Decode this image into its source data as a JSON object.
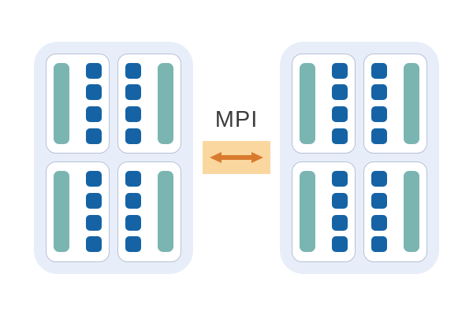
{
  "connector": {
    "label": "MPI",
    "arrow_icon": "double-headed-arrow"
  },
  "colors": {
    "node_bg": "#e8eef9",
    "card_bg": "#ffffff",
    "card_border": "#b7c0d8",
    "core_teal": "#7ab5b1",
    "core_blue": "#1563a5",
    "connector_bg": "#fbd7a0",
    "connector_arrow": "#d97b2e",
    "label_text": "#3d3d3d"
  },
  "nodes": [
    {
      "id": "node-left",
      "sockets": [
        {
          "id": "socket-0",
          "bar_side": "left",
          "cores": 4
        },
        {
          "id": "socket-1",
          "bar_side": "right",
          "cores": 4
        },
        {
          "id": "socket-2",
          "bar_side": "left",
          "cores": 4
        },
        {
          "id": "socket-3",
          "bar_side": "right",
          "cores": 4
        }
      ]
    },
    {
      "id": "node-right",
      "sockets": [
        {
          "id": "socket-0",
          "bar_side": "left",
          "cores": 4
        },
        {
          "id": "socket-1",
          "bar_side": "right",
          "cores": 4
        },
        {
          "id": "socket-2",
          "bar_side": "left",
          "cores": 4
        },
        {
          "id": "socket-3",
          "bar_side": "right",
          "cores": 4
        }
      ]
    }
  ]
}
